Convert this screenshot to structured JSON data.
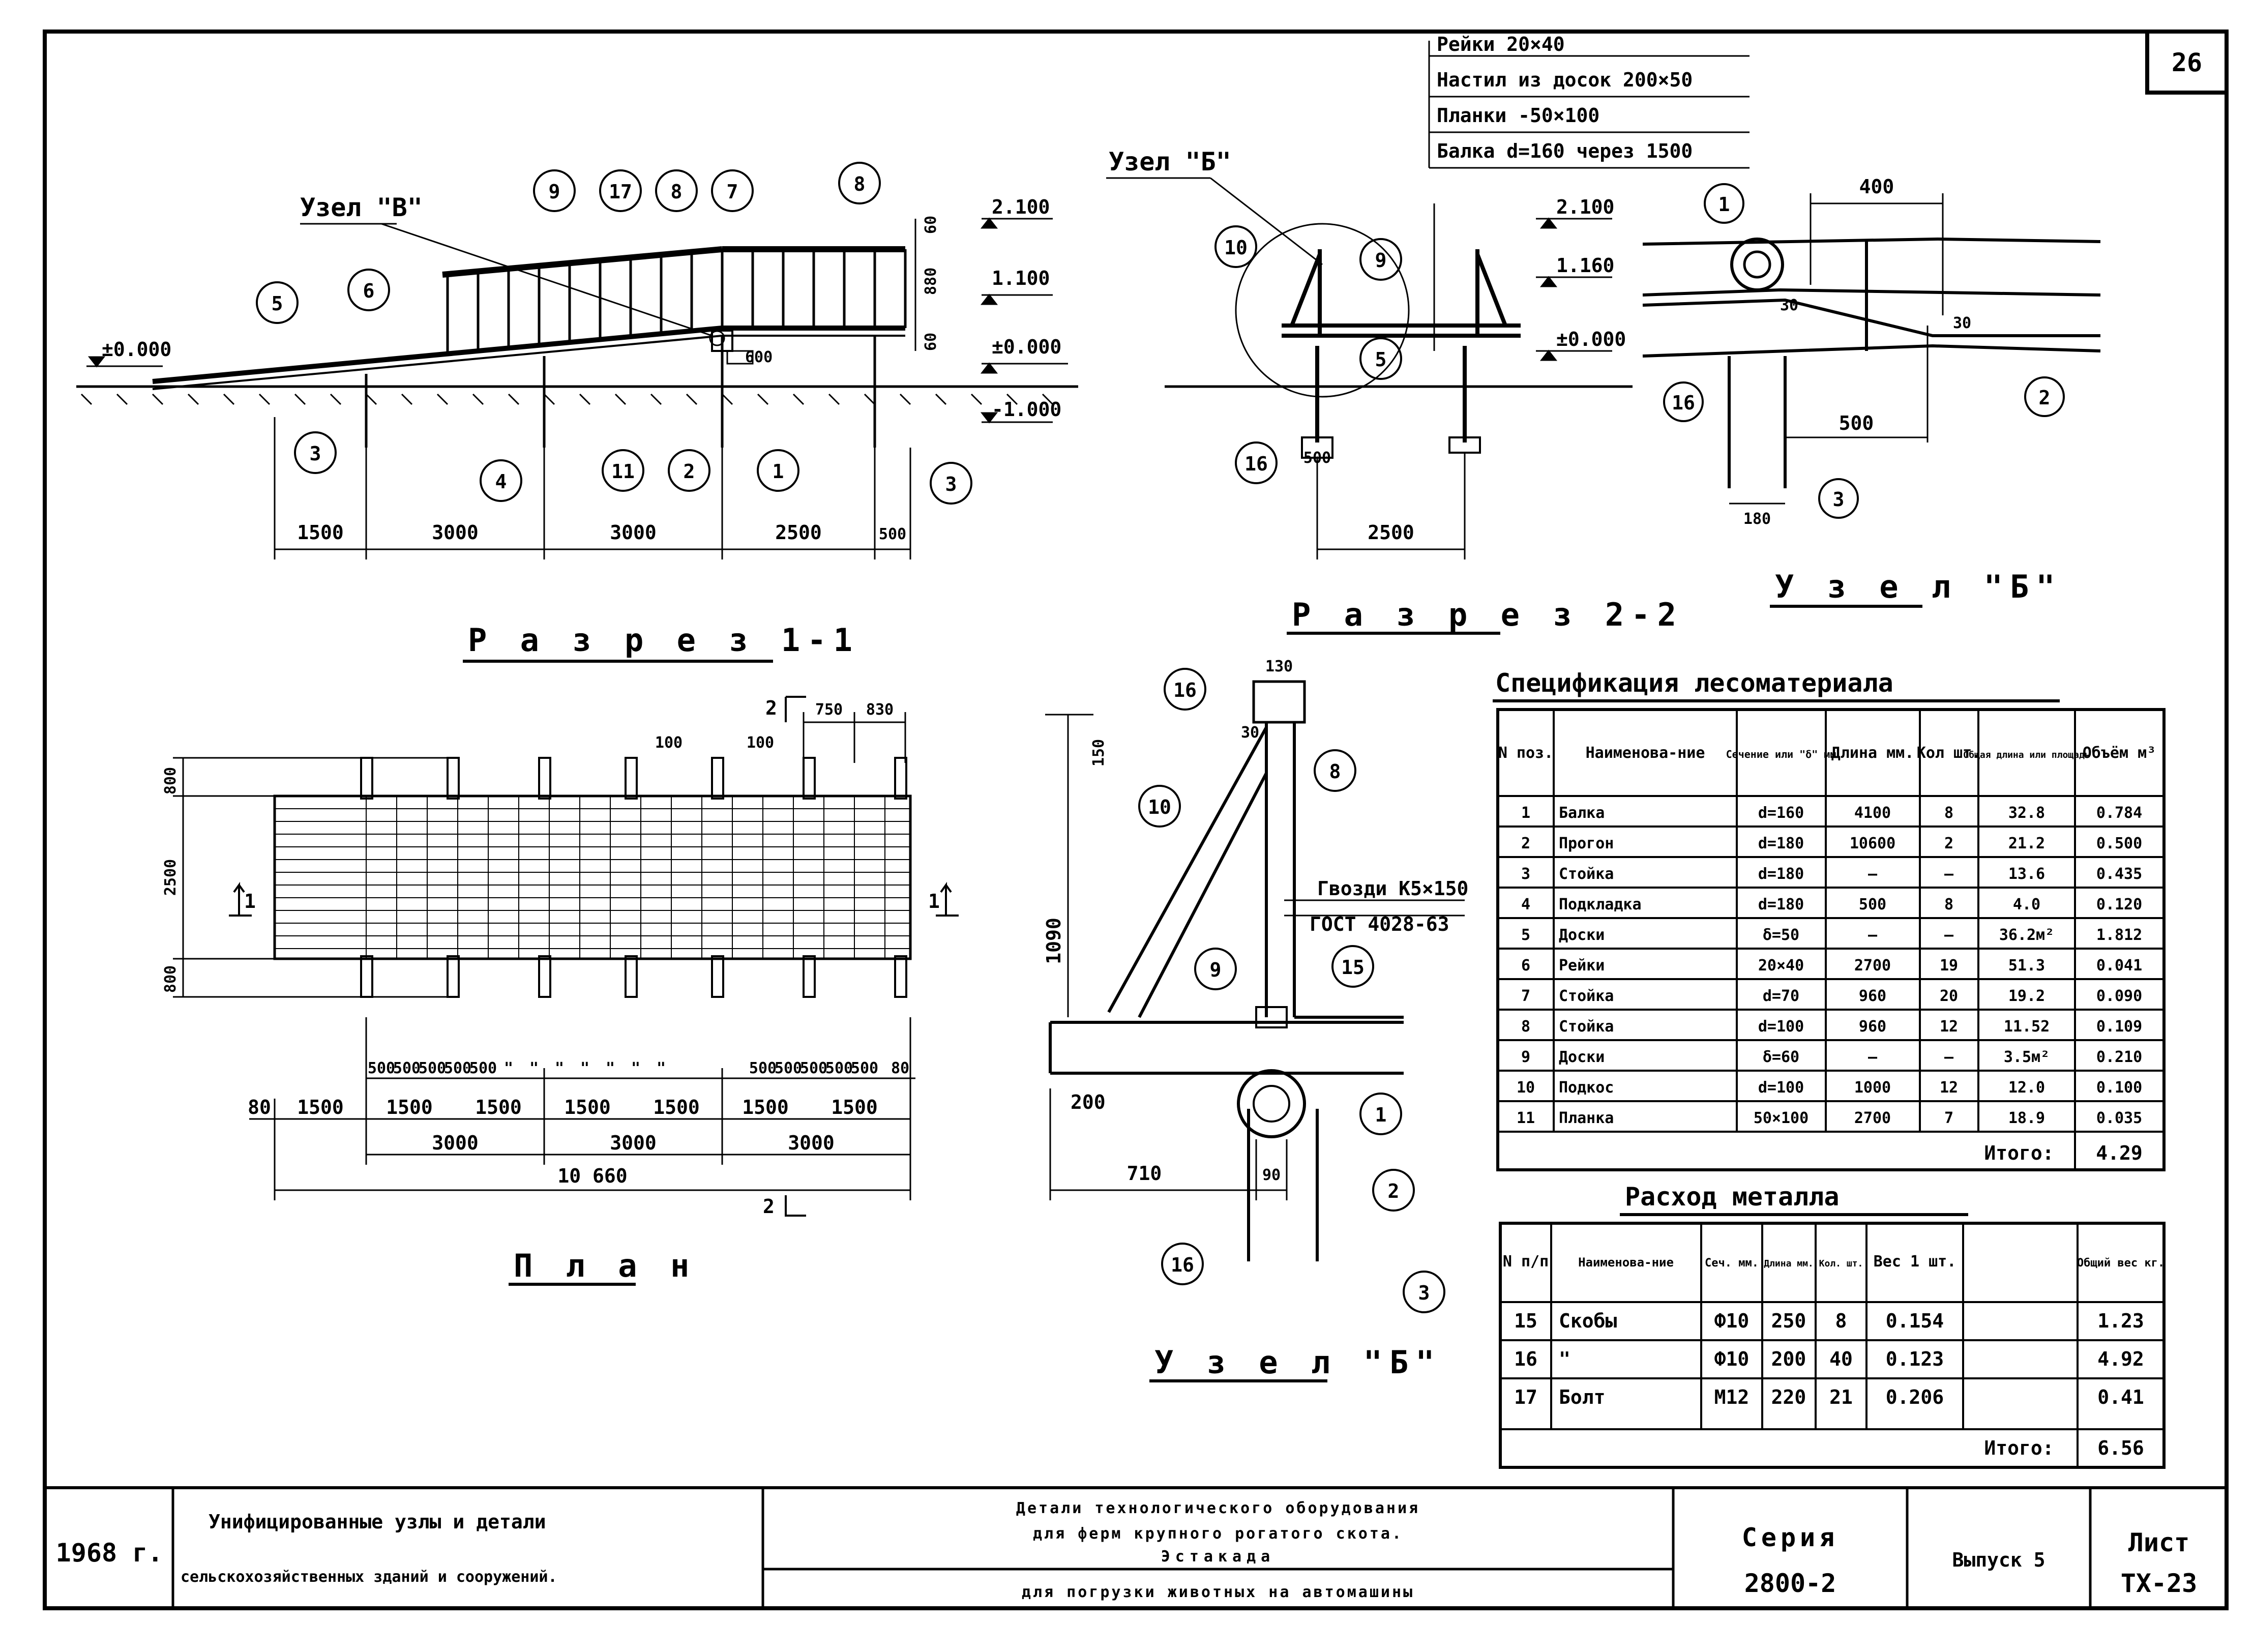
{
  "sheet": {
    "number": "26"
  },
  "section_1_1": {
    "title": "Р а з р е з   1-1",
    "node_label": "Узел \"В\"",
    "levels": [
      "2.100",
      "1.100",
      "±0.000",
      "-1.000",
      "±0.000"
    ],
    "heights": [
      "60",
      "880",
      "60",
      "600"
    ],
    "dims": [
      "1500",
      "3000",
      "3000",
      "2500",
      "500"
    ],
    "callouts": [
      "9",
      "17",
      "8",
      "7",
      "8",
      "5",
      "6",
      "3",
      "4",
      "11",
      "2",
      "1",
      "3"
    ]
  },
  "section_2_2": {
    "title": "Р а з р е з   2-2",
    "node_label": "Узел \"Б\"",
    "levels": [
      "2.100",
      "1.160",
      "±0.000"
    ],
    "dims": [
      "2500",
      "500"
    ],
    "callouts": [
      "10",
      "9",
      "5",
      "16"
    ],
    "notes": [
      "Рейки 20×40",
      "Настил из досок 200×50",
      "Планки -50×100",
      "Балка d=160 через 1500"
    ]
  },
  "node_b_top": {
    "title": "У з е л  \"Б\"",
    "dims": [
      "400",
      "30",
      "30",
      "500",
      "180"
    ],
    "callouts": [
      "1",
      "2",
      "16",
      "3"
    ]
  },
  "plan": {
    "title": "П л а н",
    "dims_top": [
      "750",
      "830",
      "100",
      "100"
    ],
    "dims_left": [
      "800",
      "2500",
      "800"
    ],
    "section_marks": [
      "1",
      "1",
      "2",
      "2"
    ],
    "row_500": [
      "500",
      "500",
      "500",
      "500",
      "500",
      "\"",
      "\"",
      "\"",
      "\"",
      "\"",
      "\"",
      "\"",
      "500",
      "500",
      "500",
      "500",
      "500",
      "80"
    ],
    "row_1500": [
      "80",
      "1500",
      "1500",
      "1500",
      "1500",
      "1500",
      "1500",
      "1500"
    ],
    "row_3000": [
      "3000",
      "3000",
      "3000"
    ],
    "total": "10 660"
  },
  "node_b_big": {
    "title": "У з е л  \"Б\"",
    "dims": [
      "130",
      "30",
      "150",
      "1090",
      "200",
      "710",
      "90"
    ],
    "nails": [
      "Гвозди К5×150",
      "ГОСТ 4028-63"
    ],
    "callouts": [
      "16",
      "8",
      "10",
      "9",
      "15",
      "1",
      "2",
      "16",
      "3"
    ]
  },
  "spec_timber": {
    "title": "Спецификация лесоматериала",
    "headers": [
      "N поз.",
      "Наименова-ние",
      "Сечение или \"δ\" мм",
      "Длина мм.",
      "Кол шт.",
      "Общая длина или площадь",
      "Объём м³"
    ],
    "rows": [
      [
        "1",
        "Балка",
        "d=160",
        "4100",
        "8",
        "32.8",
        "0.784"
      ],
      [
        "2",
        "Прогон",
        "d=180",
        "10600",
        "2",
        "21.2",
        "0.500"
      ],
      [
        "3",
        "Стойка",
        "d=180",
        "—",
        "—",
        "13.6",
        "0.435"
      ],
      [
        "4",
        "Подкладка",
        "d=180",
        "500",
        "8",
        "4.0",
        "0.120"
      ],
      [
        "5",
        "Доски",
        "δ=50",
        "—",
        "—",
        "36.2м²",
        "1.812"
      ],
      [
        "6",
        "Рейки",
        "20×40",
        "2700",
        "19",
        "51.3",
        "0.041"
      ],
      [
        "7",
        "Стойка",
        "d=70",
        "960",
        "20",
        "19.2",
        "0.090"
      ],
      [
        "8",
        "Стойка",
        "d=100",
        "960",
        "12",
        "11.52",
        "0.109"
      ],
      [
        "9",
        "Доски",
        "δ=60",
        "—",
        "—",
        "3.5м²",
        "0.210"
      ],
      [
        "10",
        "Подкос",
        "d=100",
        "1000",
        "12",
        "12.0",
        "0.100"
      ],
      [
        "11",
        "Планка",
        "50×100",
        "2700",
        "7",
        "18.9",
        "0.035"
      ]
    ],
    "total_label": "Итого:",
    "total": "4.29"
  },
  "spec_metal": {
    "title": "Расход металла",
    "headers": [
      "N п/п",
      "Наименова-ние",
      "Сеч. мм.",
      "Длина мм.",
      "Кол. шт.",
      "Вес 1 шт.",
      "Общий вес кг."
    ],
    "rows": [
      [
        "15",
        "Скобы",
        "Ф10",
        "250",
        "8",
        "0.154",
        "1.23"
      ],
      [
        "16",
        "\"",
        "Ф10",
        "200",
        "40",
        "0.123",
        "4.92"
      ],
      [
        "17",
        "Болт",
        "М12",
        "220",
        "21",
        "0.206",
        "0.41"
      ]
    ],
    "total_label": "Итого:",
    "total": "6.56"
  },
  "title_block": {
    "year": "1968 г.",
    "org_line1": "Унифицированные узлы и детали",
    "org_line2": "сельскохозяйственных зданий и сооружений.",
    "desc_line1": "Детали технологического оборудования",
    "desc_line2": "для ферм крупного рогатого скота.",
    "desc_line3": "Эстакада",
    "desc_line4": "для погрузки животных на автомашины",
    "series_label": "Серия",
    "series": "2800-2",
    "issue": "Выпуск 5",
    "sheet_label": "Лист",
    "sheet": "ТХ-23"
  }
}
